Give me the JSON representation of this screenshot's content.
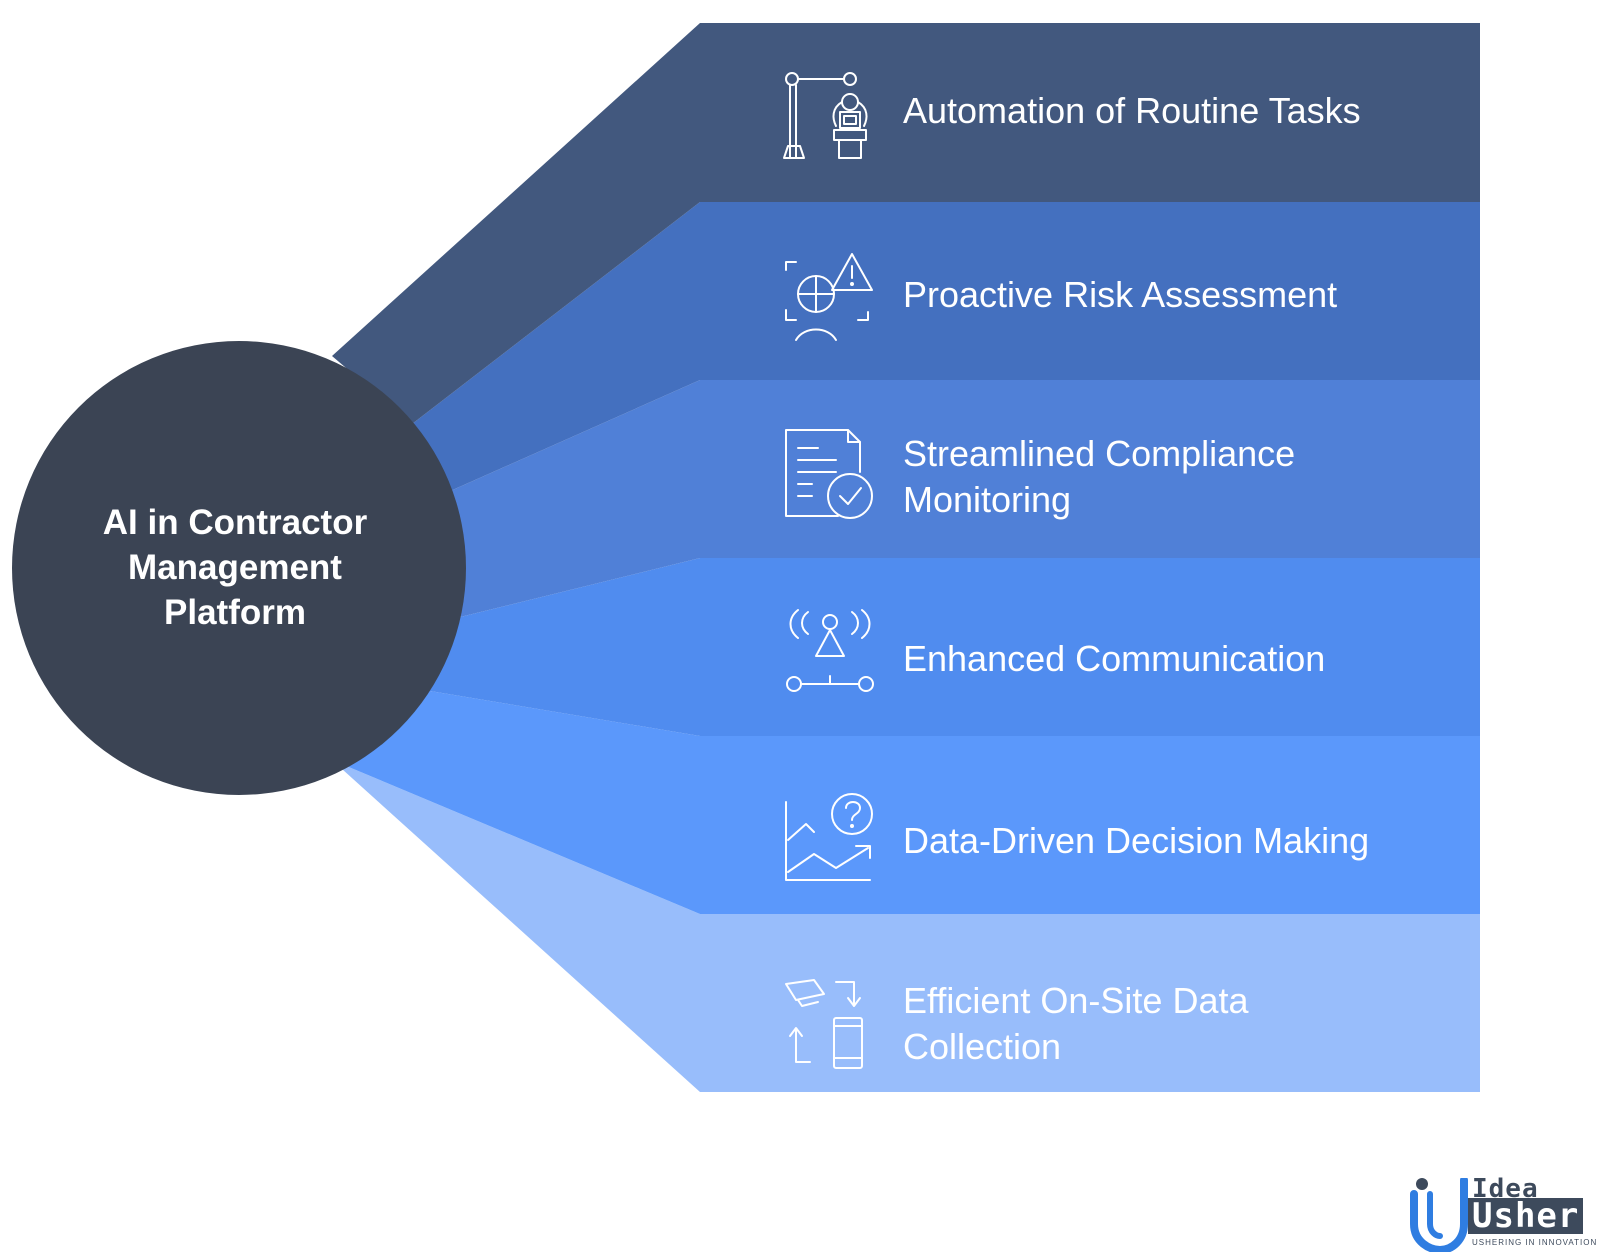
{
  "hub": {
    "title_lines": [
      "AI in Contractor",
      "Management",
      "Platform"
    ]
  },
  "items": [
    {
      "lines": [
        "Automation of Routine Tasks"
      ],
      "icon": "robot-arm-icon",
      "color": "#42587e"
    },
    {
      "lines": [
        "Proactive Risk Assessment"
      ],
      "icon": "risk-warning-icon",
      "color": "#4470bf"
    },
    {
      "lines": [
        "Streamlined Compliance",
        "Monitoring"
      ],
      "icon": "document-check-icon",
      "color": "#5080d7"
    },
    {
      "lines": [
        "Enhanced Communication"
      ],
      "icon": "signal-tower-icon",
      "color": "#508cef"
    },
    {
      "lines": [
        "Data-Driven Decision Making"
      ],
      "icon": "chart-question-icon",
      "color": "#5b98fb"
    },
    {
      "lines": [
        "Efficient On-Site Data Collection"
      ],
      "icon": "camera-phone-sync-icon",
      "color": "#98bdfb"
    }
  ],
  "items_display": [
    [
      "Automation of Routine Tasks"
    ],
    [
      "Proactive Risk Assessment"
    ],
    [
      "Streamlined Compliance",
      "Monitoring"
    ],
    [
      "Enhanced Communication"
    ],
    [
      "Data-Driven Decision Making"
    ],
    [
      "Efficient On-Site Data",
      "Collection"
    ]
  ],
  "colors": {
    "hub": "#3b4454"
  },
  "logo": {
    "line1": "Idea",
    "line2": "Usher",
    "tagline": "USHERING IN INNOVATION",
    "accent": "#2f7de1"
  }
}
